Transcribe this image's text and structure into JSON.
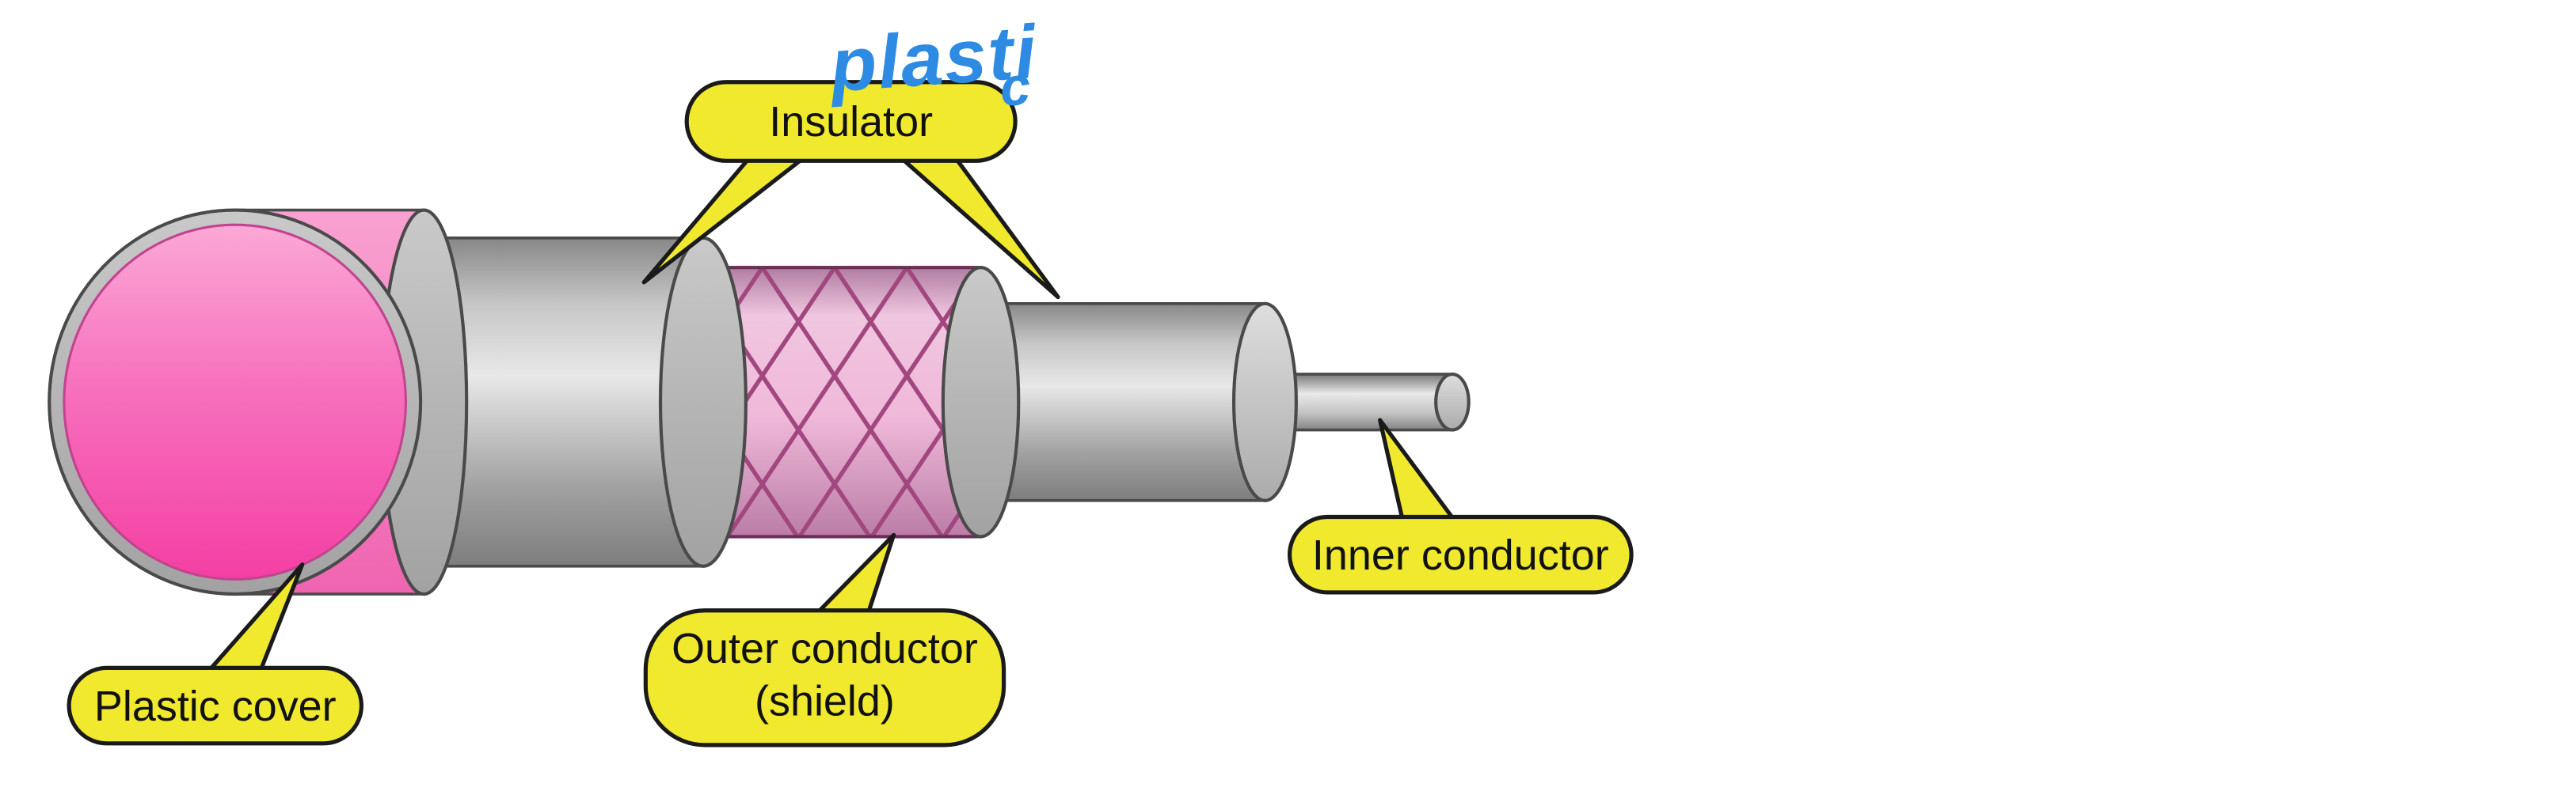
{
  "diagram": {
    "callouts": {
      "insulator": {
        "label": "Insulator"
      },
      "plastic_cover": {
        "label": "Plastic cover"
      },
      "outer_conductor": {
        "label_line1": "Outer conductor",
        "label_line2": "(shield)"
      },
      "inner_conductor": {
        "label": "Inner conductor"
      }
    },
    "handwritten": {
      "main": "plasti",
      "tail": "c"
    },
    "colors": {
      "bubble_fill": "#F0E92E",
      "bubble_stroke": "#1A1A1A",
      "label_text": "#111111",
      "plastic_cover_pink": "#F45FAF",
      "insulator_gray": "#BDBDBD",
      "shield_mesh_pink": "#EFB3D6",
      "shield_mesh_line": "#A1467F",
      "handwriting_blue": "#2D8BE3"
    }
  }
}
